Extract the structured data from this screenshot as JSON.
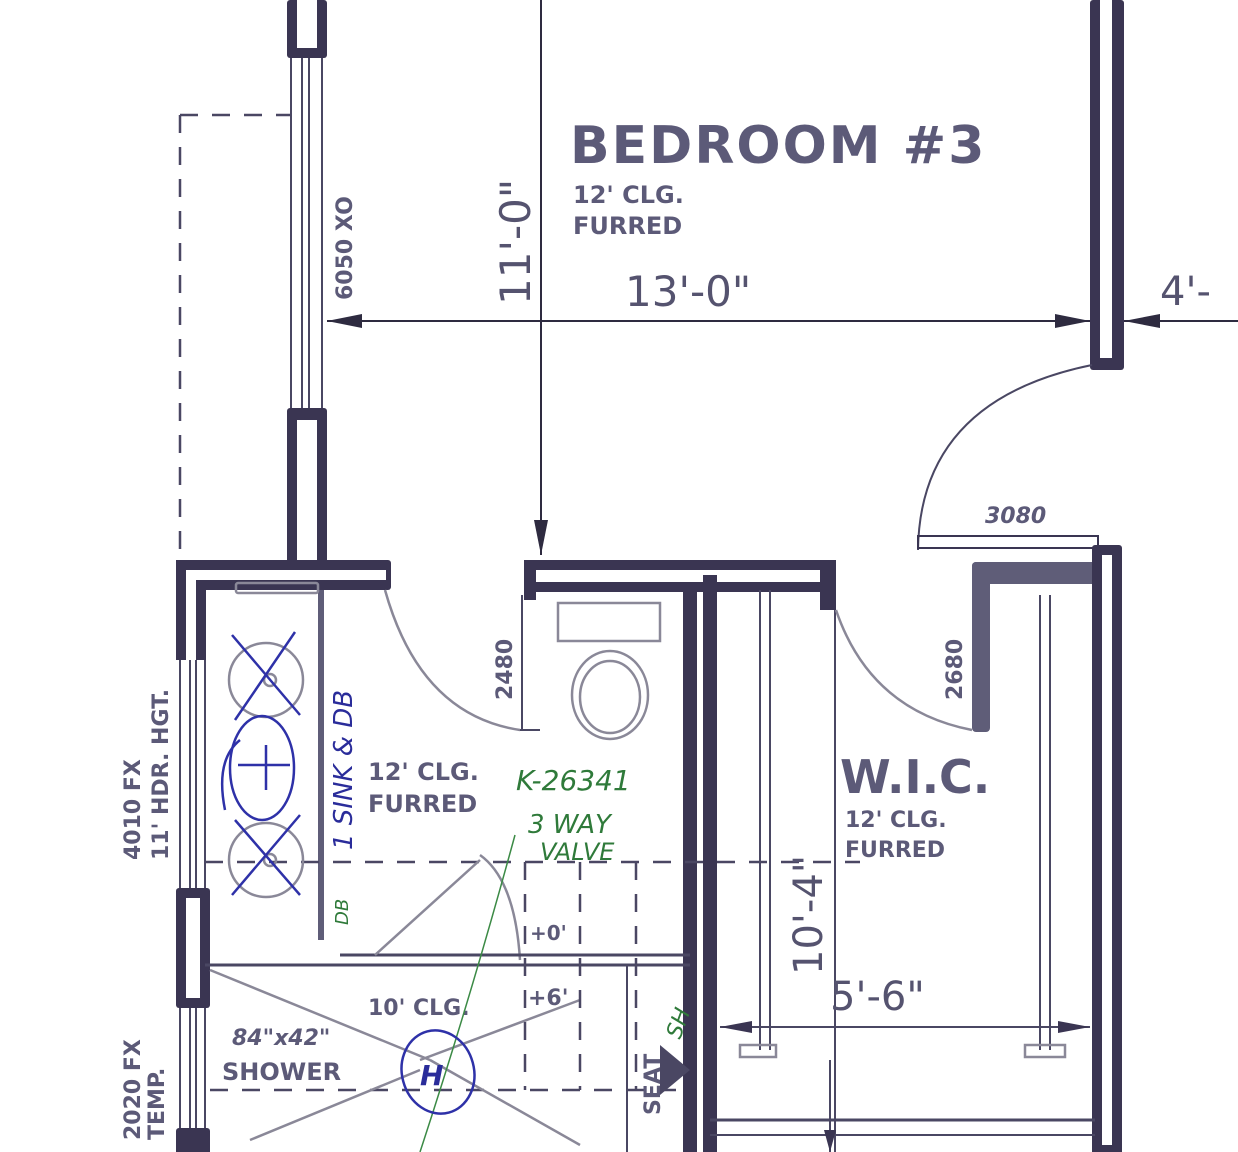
{
  "rooms": {
    "bedroom": {
      "name": "BEDROOM #3",
      "ceiling": "12' CLG.",
      "ceiling_note": "FURRED"
    },
    "bath": {
      "ceiling": "12' CLG.",
      "ceiling_note": "FURRED"
    },
    "wic": {
      "name": "W.I.C.",
      "ceiling": "12' CLG.",
      "ceiling_note": "FURRED"
    },
    "shower": {
      "size": "84\"x42\"",
      "name": "SHOWER",
      "ceiling": "10' CLG."
    }
  },
  "dimensions": {
    "bedroom_width": "13'-0\"",
    "bedroom_depth": "11'-0\"",
    "right_partial": "4'-",
    "wic_depth": "10'-4\"",
    "wic_width": "5'-6\"",
    "shower_offset_a": "+0'",
    "shower_offset_b": "+6'"
  },
  "windows": {
    "bedroom_window": "6050 XO",
    "bath_window_line1": "4010 FX",
    "bath_window_line2": "11' HDR. HGT.",
    "shower_window_line1": "2020 FX",
    "shower_window_line2": "TEMP."
  },
  "doors": {
    "bedroom_door": "3080",
    "bath_door": "2480",
    "wic_door": "2680"
  },
  "annotations": {
    "sink_note": "1 SINK & DB",
    "valve_model": "K-26341",
    "valve_line1": "3 WAY",
    "valve_line2": "VALVE",
    "db_mark": "DB",
    "seat_label": "SEAT",
    "seat_note": "SH",
    "shower_mark": "H"
  }
}
